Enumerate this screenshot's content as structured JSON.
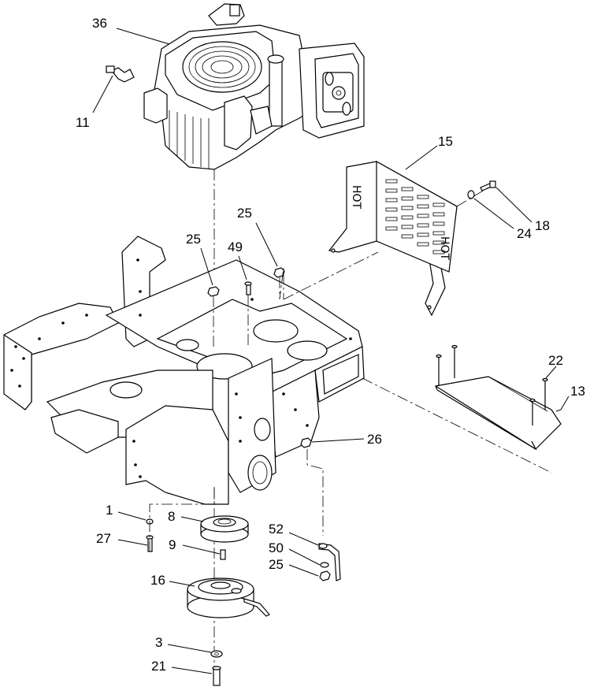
{
  "diagram": {
    "background": "#ffffff",
    "line_color": "#000000",
    "decals": {
      "hot_left": "HOT",
      "hot_right": "HOT"
    },
    "callouts": [
      {
        "id": "c36",
        "label": "36"
      },
      {
        "id": "c11",
        "label": "11"
      },
      {
        "id": "c15",
        "label": "15"
      },
      {
        "id": "c18",
        "label": "18"
      },
      {
        "id": "c24",
        "label": "24"
      },
      {
        "id": "c25a",
        "label": "25"
      },
      {
        "id": "c25b",
        "label": "25"
      },
      {
        "id": "c49",
        "label": "49"
      },
      {
        "id": "c22",
        "label": "22"
      },
      {
        "id": "c13",
        "label": "13"
      },
      {
        "id": "c26",
        "label": "26"
      },
      {
        "id": "c1",
        "label": "1"
      },
      {
        "id": "c8",
        "label": "8"
      },
      {
        "id": "c27",
        "label": "27"
      },
      {
        "id": "c9",
        "label": "9"
      },
      {
        "id": "c52",
        "label": "52"
      },
      {
        "id": "c50",
        "label": "50"
      },
      {
        "id": "c25c",
        "label": "25"
      },
      {
        "id": "c16",
        "label": "16"
      },
      {
        "id": "c3",
        "label": "3"
      },
      {
        "id": "c21",
        "label": "21"
      }
    ]
  }
}
